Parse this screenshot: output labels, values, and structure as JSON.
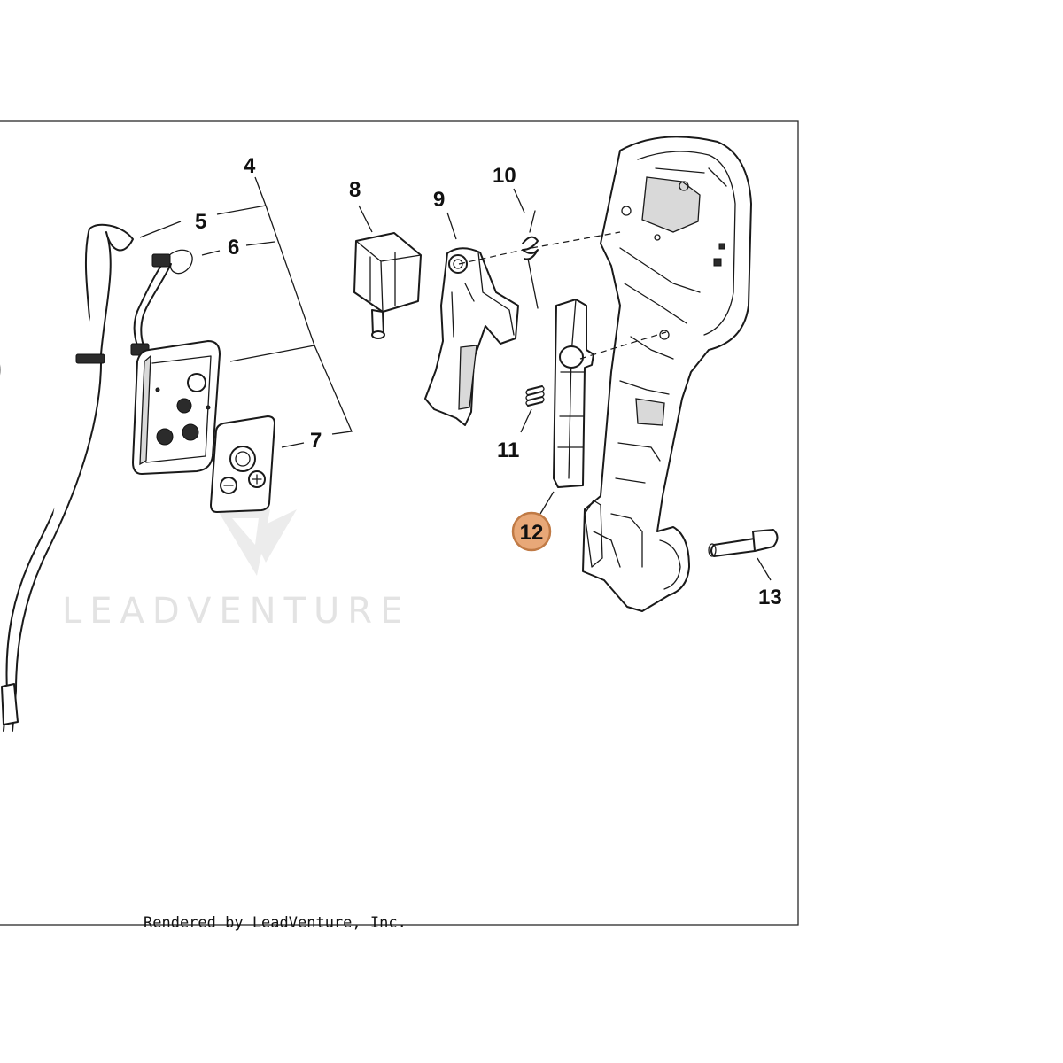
{
  "diagram": {
    "callouts": [
      "4",
      "5",
      "6",
      "7",
      "8",
      "9",
      "10",
      "11",
      "12",
      "13"
    ],
    "highlighted_callout": "12",
    "highlight_color": "#e8a878",
    "watermark": "LEADVENTURE",
    "credit": "Rendered by LeadVenture, Inc."
  }
}
